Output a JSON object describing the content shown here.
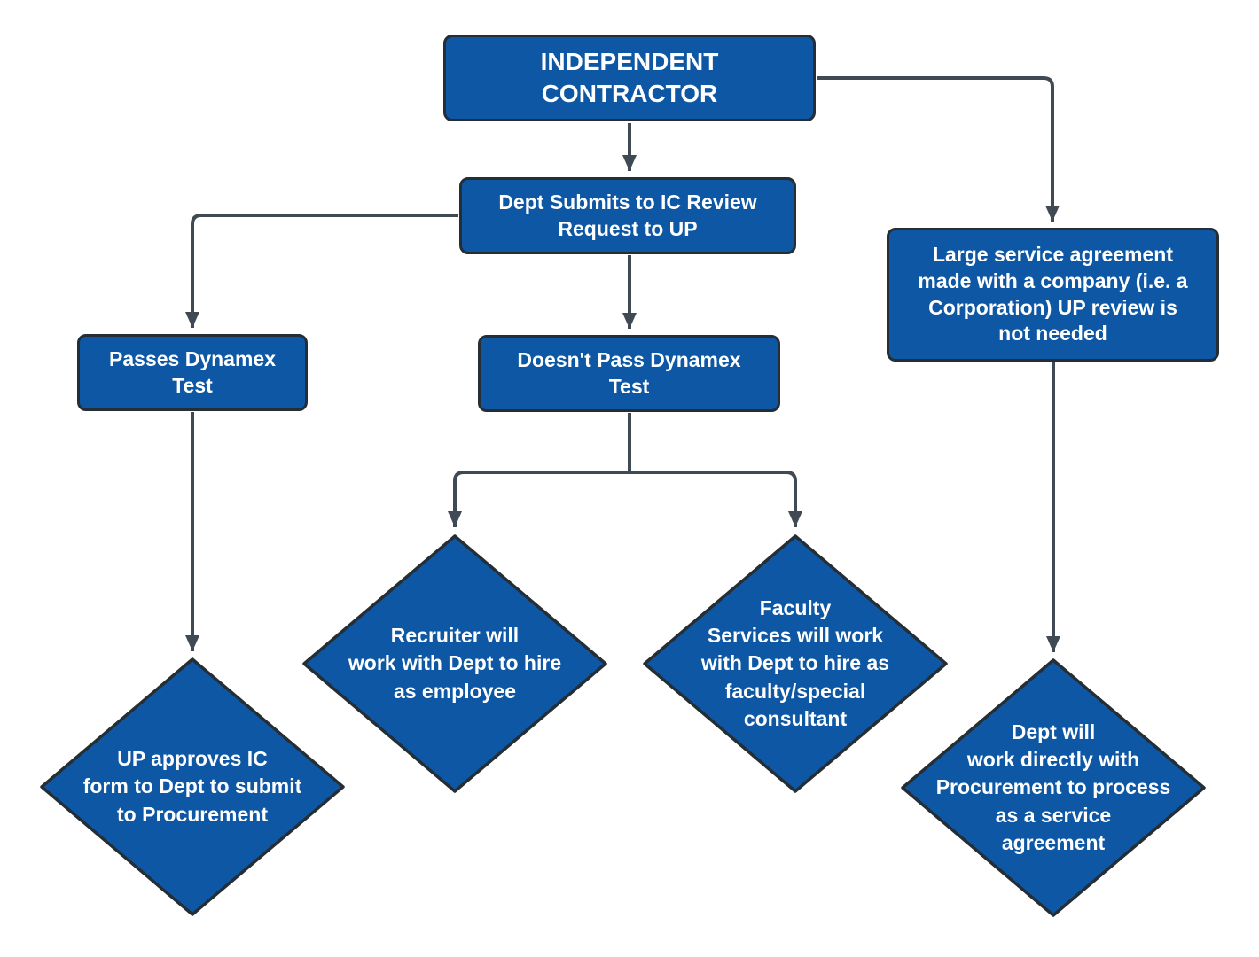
{
  "colors": {
    "node_fill": "#0D57A4",
    "node_border": "#252D35",
    "connector": "#3F4A54",
    "node_text": "#FFFFFF",
    "background": "#FFFFFF"
  },
  "flowchart": {
    "nodes": {
      "independent_contractor": {
        "shape": "rectangle",
        "label": "INDEPENDENT\nCONTRACTOR"
      },
      "dept_submits": {
        "shape": "rectangle",
        "label": "Dept Submits to IC Review\nRequest to UP"
      },
      "large_service": {
        "shape": "rectangle",
        "label": "Large service agreement\nmade with a company (i.e. a\nCorporation) UP review is\nnot needed"
      },
      "passes_test": {
        "shape": "rectangle",
        "label": "Passes Dynamex\nTest"
      },
      "doesnt_pass_test": {
        "shape": "rectangle",
        "label": "Doesn't Pass Dynamex\nTest"
      },
      "up_approves": {
        "shape": "diamond",
        "label": "UP approves IC\nform to Dept to submit\nto Procurement"
      },
      "recruiter": {
        "shape": "diamond",
        "label": "Recruiter will\nwork with Dept to hire\nas employee"
      },
      "faculty_services": {
        "shape": "diamond",
        "label": "Faculty\nServices will work\nwith Dept to hire as\nfaculty/special\nconsultant"
      },
      "dept_procurement": {
        "shape": "diamond",
        "label": "Dept will\nwork directly with\nProcurement to process\nas a service\nagreement"
      }
    },
    "edges": [
      {
        "from": "independent_contractor",
        "to": "dept_submits"
      },
      {
        "from": "independent_contractor",
        "to": "large_service"
      },
      {
        "from": "dept_submits",
        "to": "passes_test"
      },
      {
        "from": "dept_submits",
        "to": "doesnt_pass_test"
      },
      {
        "from": "passes_test",
        "to": "up_approves"
      },
      {
        "from": "doesnt_pass_test",
        "to": "recruiter"
      },
      {
        "from": "doesnt_pass_test",
        "to": "faculty_services"
      },
      {
        "from": "large_service",
        "to": "dept_procurement"
      }
    ]
  }
}
